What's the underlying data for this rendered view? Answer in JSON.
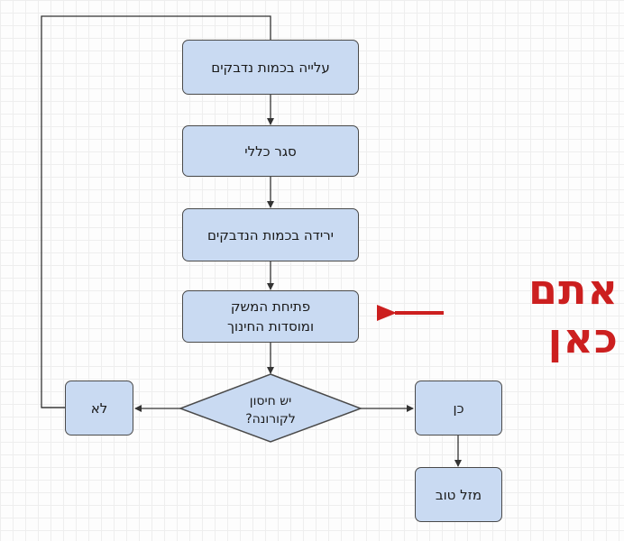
{
  "flowchart": {
    "steps": [
      "עלייה בכמות נדבקים",
      "סגר כללי",
      "ירידה בכמות הנדבקים",
      "פתיחת המשק\nומוסדות החינוך"
    ],
    "decision": "יש חיסון\nלקורונה?",
    "no_label": "לא",
    "yes_label": "כן",
    "end_label": "מזל טוב"
  },
  "pointer": {
    "label": "אתם כאן",
    "color": "#cc1f1f"
  },
  "colors": {
    "box_fill": "#c9daf2",
    "box_border": "#4a4a4a",
    "connector": "#333333"
  }
}
